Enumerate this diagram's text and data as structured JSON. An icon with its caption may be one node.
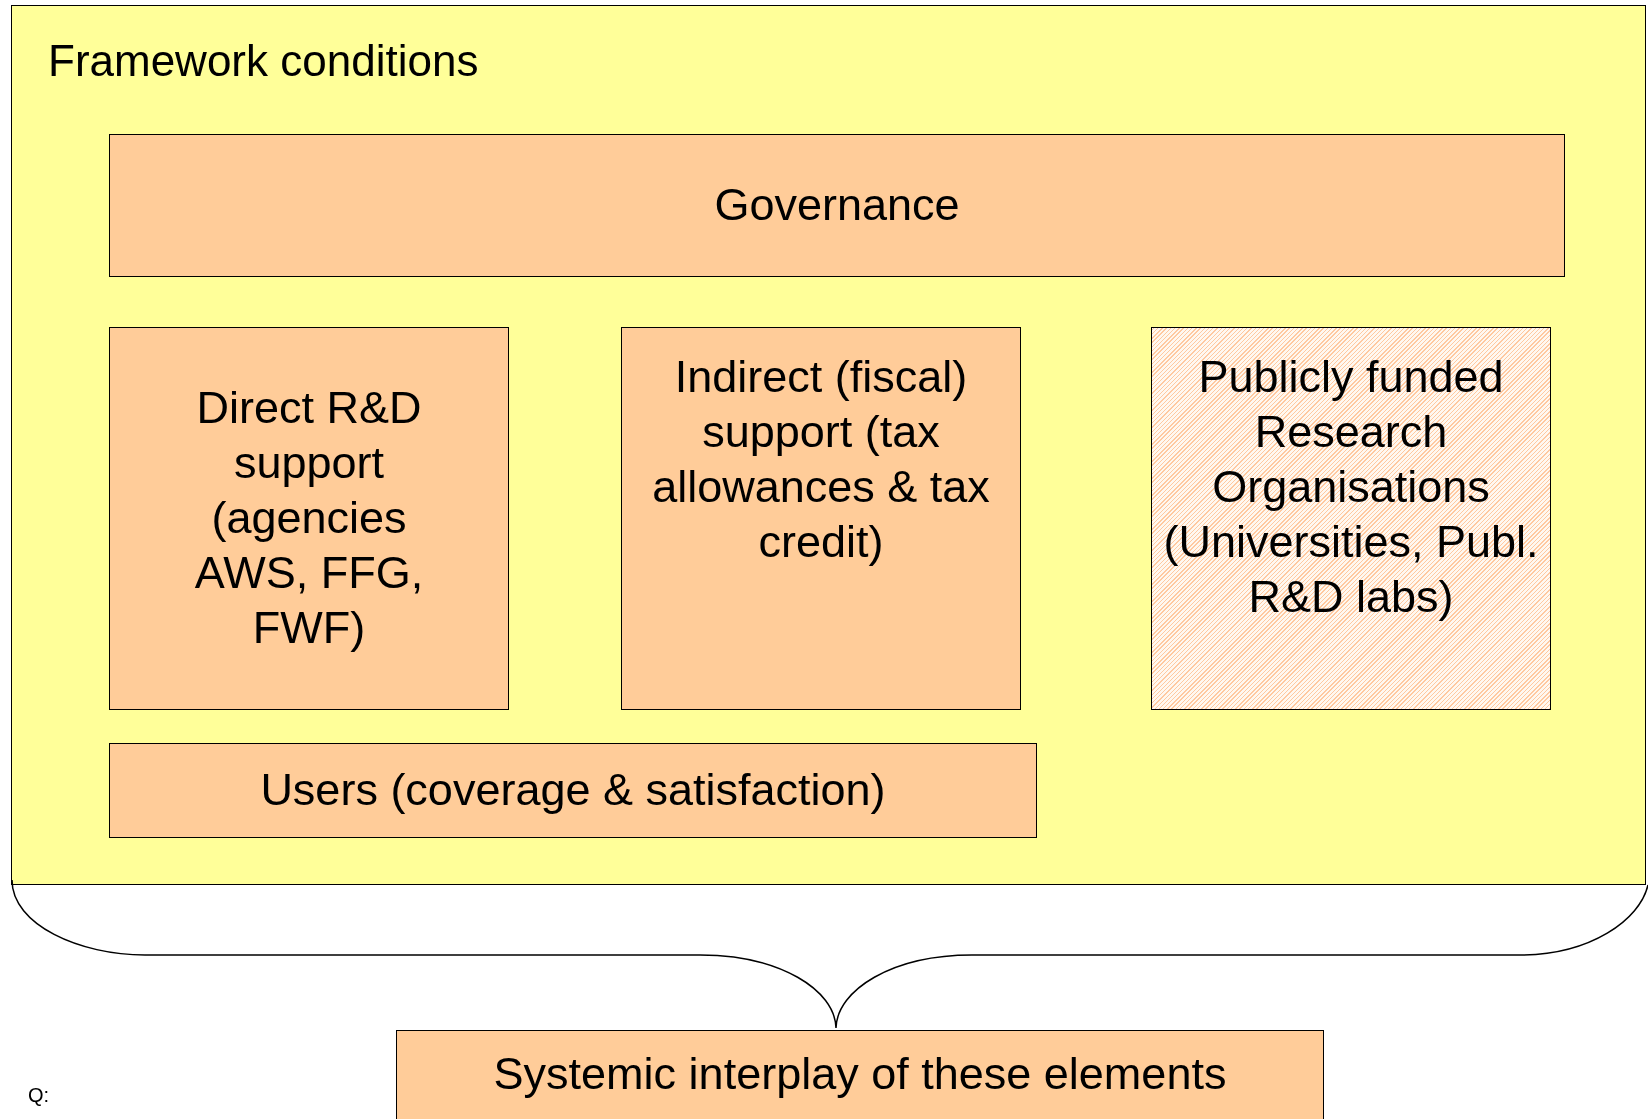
{
  "diagram": {
    "nodes": [
      {
        "text": [
          "Framework conditions"
        ]
      },
      {
        "text": [
          "Governance"
        ],
        "in": 0
      },
      {
        "text": [
          "Direct R&D support (agencies AWS, FFG, FWF)"
        ],
        "in": 0
      },
      {
        "text": [
          "Indirect (fiscal) support (tax allowances & tax credit)"
        ],
        "in": 0
      },
      {
        "text": [
          "Publicly funded Research Organisations (Universities, Publ. R&D labs)"
        ],
        "in": 0
      },
      {
        "text": [
          "Users (coverage & satisfaction)"
        ],
        "in": 0
      },
      {
        "text": [
          "Systemic interplay of these elements"
        ]
      }
    ],
    "labels": [
      "Q:"
    ]
  }
}
